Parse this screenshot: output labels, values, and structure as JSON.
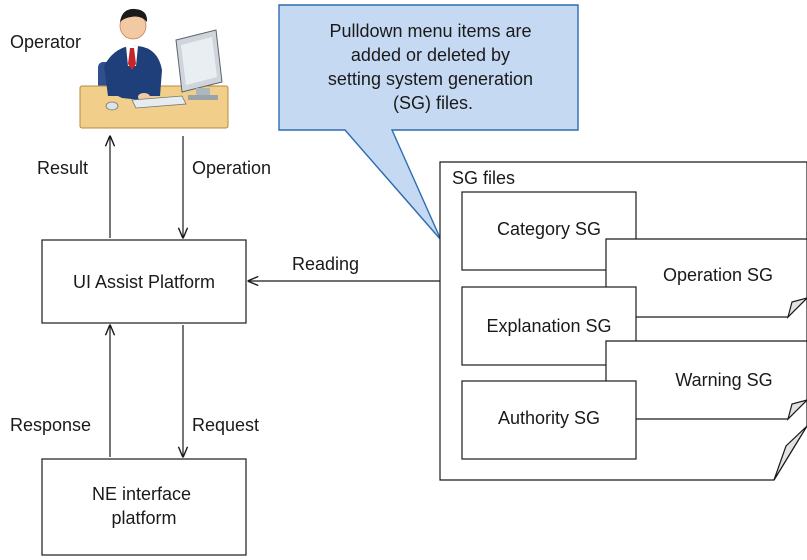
{
  "operator": {
    "label": "Operator"
  },
  "callout": {
    "lines": [
      "Pulldown menu items are",
      "added or deleted by",
      "setting system generation",
      "(SG) files."
    ],
    "fill_color": "#c5daf2",
    "stroke_color": "#2b6cb0"
  },
  "arrows": {
    "result": "Result",
    "operation": "Operation",
    "reading": "Reading",
    "response": "Response",
    "request": "Request"
  },
  "boxes": {
    "ui_assist": "UI Assist Platform",
    "ne_interface": [
      "NE interface",
      "platform"
    ]
  },
  "sg_files": {
    "title": "SG files",
    "items": [
      "Category SG",
      "Operation SG",
      "Explanation SG",
      "Warning SG",
      "Authority SG"
    ]
  }
}
